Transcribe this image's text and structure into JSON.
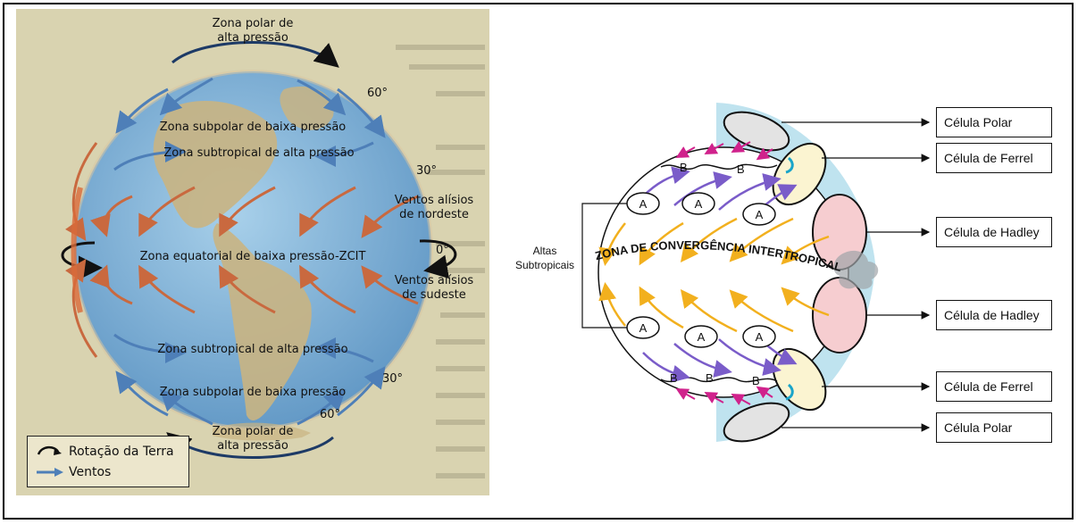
{
  "left_map": {
    "zones": {
      "polar_north": [
        "Zona polar de",
        "alta pressão"
      ],
      "subpolar_north": "Zona subpolar de baixa pressão",
      "subtropical_north": "Zona subtropical de alta pressão",
      "equatorial": "Zona equatorial de baixa pressão-ZCIT",
      "subtropical_south": "Zona subtropical de alta pressão",
      "subpolar_south": "Zona subpolar de baixa pressão",
      "polar_south": [
        "Zona polar de",
        "alta pressão"
      ]
    },
    "latitudes": {
      "n60": "60°",
      "n30": "30°",
      "eq": "0°",
      "s30": "30°",
      "s60": "60°"
    },
    "trade_winds": {
      "northeast": [
        "Ventos alísios",
        "de nordeste"
      ],
      "southeast": [
        "Ventos alísios",
        "de sudeste"
      ]
    },
    "legend": {
      "rotation": "Rotação da Terra",
      "winds": "Ventos"
    },
    "colors": {
      "ocean": "#7fb2d8",
      "land": "#c9b482",
      "warm_arrow": "#c9693f",
      "cool_arrow": "#4e7fb8"
    }
  },
  "right_diagram": {
    "itcz_label": "ZONA DE CONVERGÊNCIA INTERTROPICAL",
    "subtropical_highs_label": [
      "Altas",
      "Subtropicais"
    ],
    "high_symbol": "A",
    "low_symbol": "B",
    "cells": [
      "Célula Polar",
      "Célula de Ferrel",
      "Célula de Hadley",
      "Célula de Hadley",
      "Célula de Ferrel",
      "Célula Polar"
    ],
    "colors": {
      "atmosphere": "#bfe3ef",
      "polar_cell": "#e3e3e3",
      "ferrel_cell": "#fbf4d1",
      "hadley_cell": "#f6cdd0",
      "trade_arrow": "#f2b01e",
      "westerly_arrow": "#7a5cc9",
      "polar_arrow": "#d0228c"
    }
  }
}
